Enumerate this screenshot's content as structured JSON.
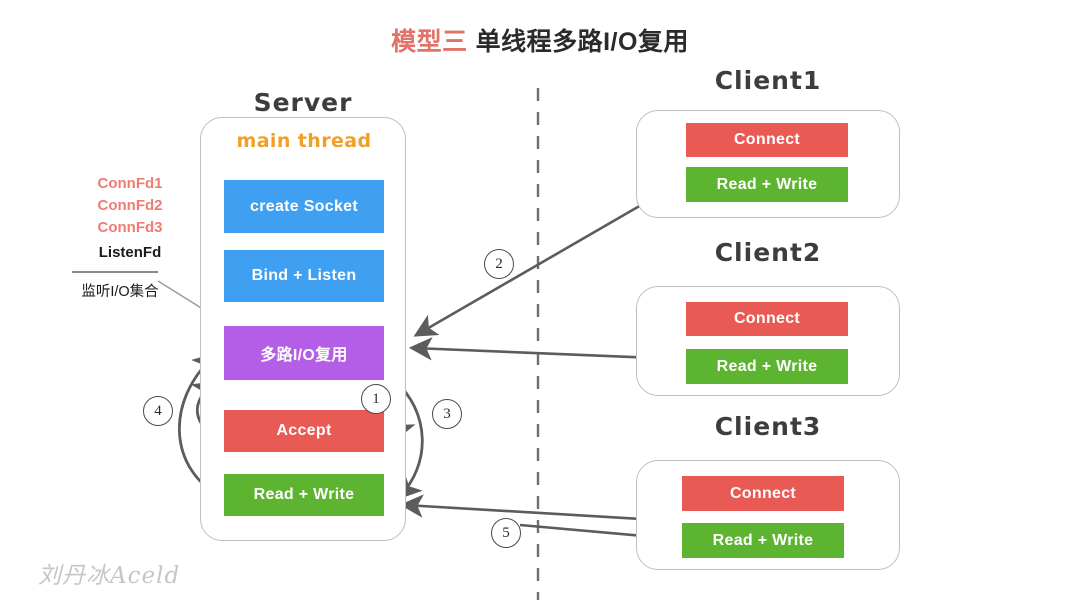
{
  "title": {
    "model": "模型三",
    "text": "单线程多路I/O复用"
  },
  "headings": {
    "server": "Server",
    "client1": "Client1",
    "client2": "Client2",
    "client3": "Client3"
  },
  "server": {
    "main_thread_label": "main thread",
    "boxes": [
      {
        "label": "create Socket",
        "color": "#3f9ff0"
      },
      {
        "label": "Bind + Listen",
        "color": "#3f9ff0"
      },
      {
        "label": "多路I/O复用",
        "color": "#b45ee8"
      },
      {
        "label": "Accept",
        "color": "#ea5a55"
      },
      {
        "label": "Read + Write",
        "color": "#5cb430"
      }
    ]
  },
  "fd_set": {
    "items": [
      {
        "label": "ConnFd1",
        "color": "#ef7b73"
      },
      {
        "label": "ConnFd2",
        "color": "#ef7b73"
      },
      {
        "label": "ConnFd3",
        "color": "#ef7b73"
      },
      {
        "label": "ListenFd",
        "color": "#1a1a1a"
      }
    ],
    "set_label": "监听I/O集合"
  },
  "clients": [
    {
      "name": "Client1",
      "boxes": [
        {
          "label": "Connect",
          "color": "#ea5a55"
        },
        {
          "label": "Read + Write",
          "color": "#5cb430"
        }
      ]
    },
    {
      "name": "Client2",
      "boxes": [
        {
          "label": "Connect",
          "color": "#ea5a55"
        },
        {
          "label": "Read + Write",
          "color": "#5cb430"
        }
      ]
    },
    {
      "name": "Client3",
      "boxes": [
        {
          "label": "Connect",
          "color": "#ea5a55"
        },
        {
          "label": "Read + Write",
          "color": "#5cb430"
        }
      ]
    }
  ],
  "steps": [
    {
      "n": "1"
    },
    {
      "n": "2"
    },
    {
      "n": "3"
    },
    {
      "n": "4"
    },
    {
      "n": "5"
    }
  ],
  "watermark": "刘丹冰Aceld",
  "colors": {
    "accent_title": "#e2726a",
    "main_thread": "#f0a028",
    "blue": "#3f9ff0",
    "purple": "#b45ee8",
    "red": "#ea5a55",
    "green": "#5cb430",
    "arrow": "#5c5c5c",
    "divider": "#6f6f6f"
  }
}
